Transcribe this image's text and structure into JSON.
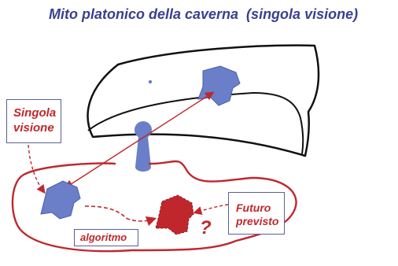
{
  "title": "Mito platonico della caverna  (singola visione)",
  "labels": {
    "singola_line1": "Singola",
    "singola_line2": "visione",
    "futuro_line1": "Futuro",
    "futuro_line2": "previsto",
    "algoritmo": "algoritmo",
    "question": "?"
  },
  "colors": {
    "title": "#3a3f8f",
    "accent_red": "#c0272d",
    "shape_blue": "#6a7fc8",
    "box_border": "#5a5f9a",
    "cave_line": "#111111"
  },
  "icons": [
    "shirt-shape-wall",
    "shirt-shape-memory",
    "shirt-shape-future",
    "observer-figure"
  ]
}
